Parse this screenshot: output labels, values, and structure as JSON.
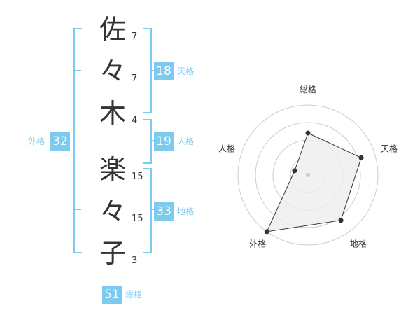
{
  "name": {
    "chars": [
      {
        "char": "佐",
        "strokes": "7"
      },
      {
        "char": "々",
        "strokes": "7"
      },
      {
        "char": "木",
        "strokes": "4"
      },
      {
        "char": "楽",
        "strokes": "15"
      },
      {
        "char": "々",
        "strokes": "15"
      },
      {
        "char": "子",
        "strokes": "3"
      }
    ]
  },
  "grades": {
    "tenkaku": {
      "value": "18",
      "label": "天格"
    },
    "jinkaku": {
      "value": "19",
      "label": "人格"
    },
    "chikaku": {
      "value": "33",
      "label": "地格"
    },
    "gaikaku": {
      "value": "32",
      "label": "外格"
    },
    "soukaku": {
      "value": "51",
      "label": "総格"
    }
  },
  "colors": {
    "accent": "#7ccbef",
    "text": "#333333",
    "radar_fill": "#eeeeee",
    "grid": "#cccccc"
  },
  "chart_data": {
    "type": "radar",
    "axes": [
      "総格",
      "天格",
      "地格",
      "外格",
      "人格"
    ],
    "values": [
      0.6,
      0.8,
      0.8,
      1.0,
      0.2
    ],
    "max": 1.0,
    "rings": 4
  }
}
